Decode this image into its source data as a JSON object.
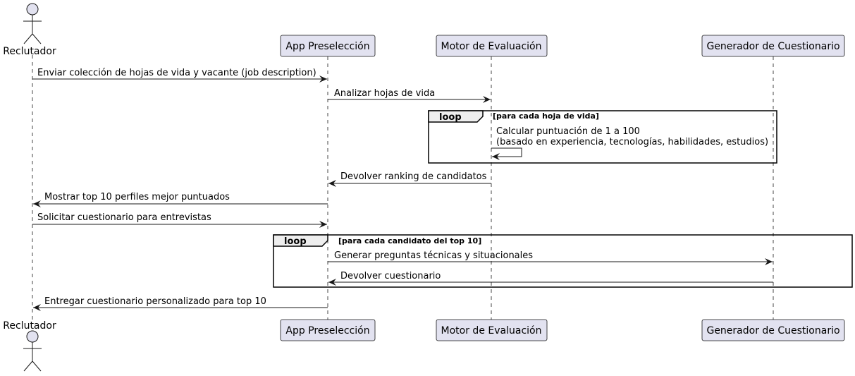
{
  "participants": {
    "actor": "Reclutador",
    "app": "App Preselección",
    "motor": "Motor de Evaluación",
    "generator": "Generador de Cuestionario"
  },
  "messages": {
    "m1": "Enviar colección de hojas de vida y vacante (job description)",
    "m2": "Analizar hojas de vida",
    "m3_line1": "Calcular puntuación de 1 a 100",
    "m3_line2": "(basado en experiencia, tecnologías, habilidades, estudios)",
    "m4": "Devolver ranking de candidatos",
    "m5": "Mostrar top 10 perfiles mejor puntuados",
    "m6": "Solicitar cuestionario para entrevistas",
    "m7": "Generar preguntas técnicas y situacionales",
    "m8": "Devolver cuestionario",
    "m9": "Entregar cuestionario personalizado para top 10"
  },
  "loops": {
    "loop1": {
      "keyword": "loop",
      "condition": "[para cada hoja de vida]"
    },
    "loop2": {
      "keyword": "loop",
      "condition": "[para cada candidato del top 10]"
    }
  },
  "colors": {
    "participant_fill": "#E2E2F0",
    "participant_stroke": "#181818",
    "lifeline": "#181818",
    "loop_header_fill": "#EEEEEE"
  }
}
